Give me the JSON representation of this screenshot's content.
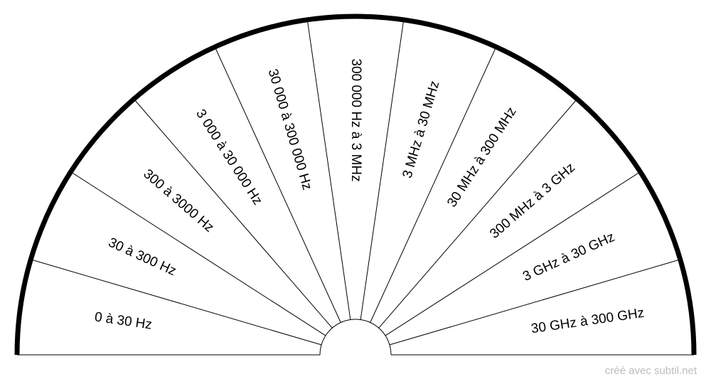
{
  "title": "",
  "segments": [
    {
      "label": "0 à 30 Hz"
    },
    {
      "label": "30 à 300 Hz"
    },
    {
      "label": "300 à 3000 Hz"
    },
    {
      "label": "3 000 à 30 000 Hz"
    },
    {
      "label": "30 000 à 300 000 Hz"
    },
    {
      "label": "300 000 Hz à 3 MHz"
    },
    {
      "label": "3 MHz à 30 MHz"
    },
    {
      "label": "30 MHz à 300 MHz"
    },
    {
      "label": "300 MHz à 3 GHz"
    },
    {
      "label": "3 GHz à 30 GHz"
    },
    {
      "label": "30 GHz à 300 GHz"
    }
  ],
  "credit": "créé avec subtil.net",
  "colors": {
    "outline": "#000000",
    "fill": "#ffffff",
    "credit": "#bdbdbd"
  }
}
